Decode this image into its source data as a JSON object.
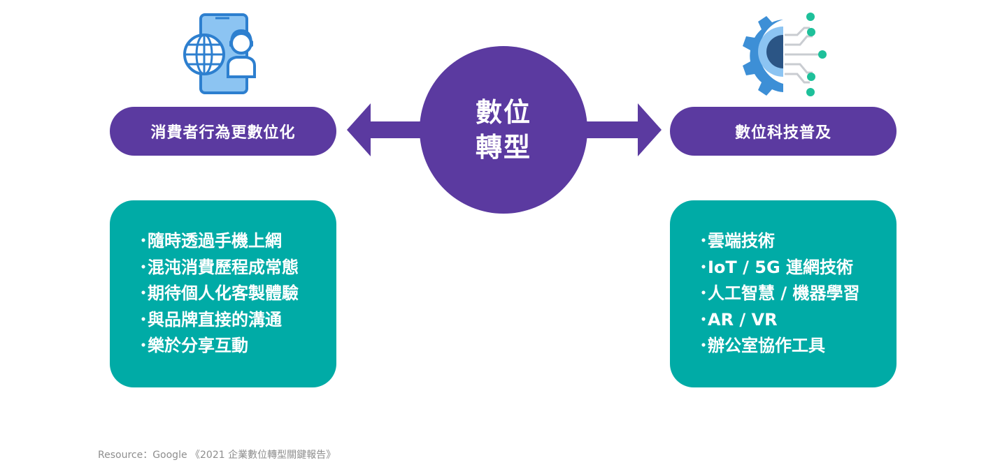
{
  "center": {
    "line1": "數位",
    "line2": "轉型"
  },
  "left": {
    "title": "消費者行為更數位化",
    "bullet": "・",
    "items": [
      "隨時透過手機上網",
      "混沌消費歷程成常態",
      "期待個人化客製體驗",
      "與品牌直接的溝通",
      "樂於分享互動"
    ],
    "icon": "mobile-globe-user-icon"
  },
  "right": {
    "title": "數位科技普及",
    "bullet": "・",
    "items": [
      "雲端技術",
      "IoT / 5G 連網技術",
      "人工智慧 / 機器學習",
      "AR / VR",
      "辦公室協作工具"
    ],
    "icon": "gear-circuit-icon"
  },
  "source": "Resource：Google 《2021 企業數位轉型關鍵報告》",
  "colors": {
    "purple": "#5b3aa0",
    "teal": "#00aba6",
    "blue": "#3d8fd6",
    "light_blue": "#8cc4f2",
    "green": "#1ec09a",
    "navy": "#2b5585"
  }
}
